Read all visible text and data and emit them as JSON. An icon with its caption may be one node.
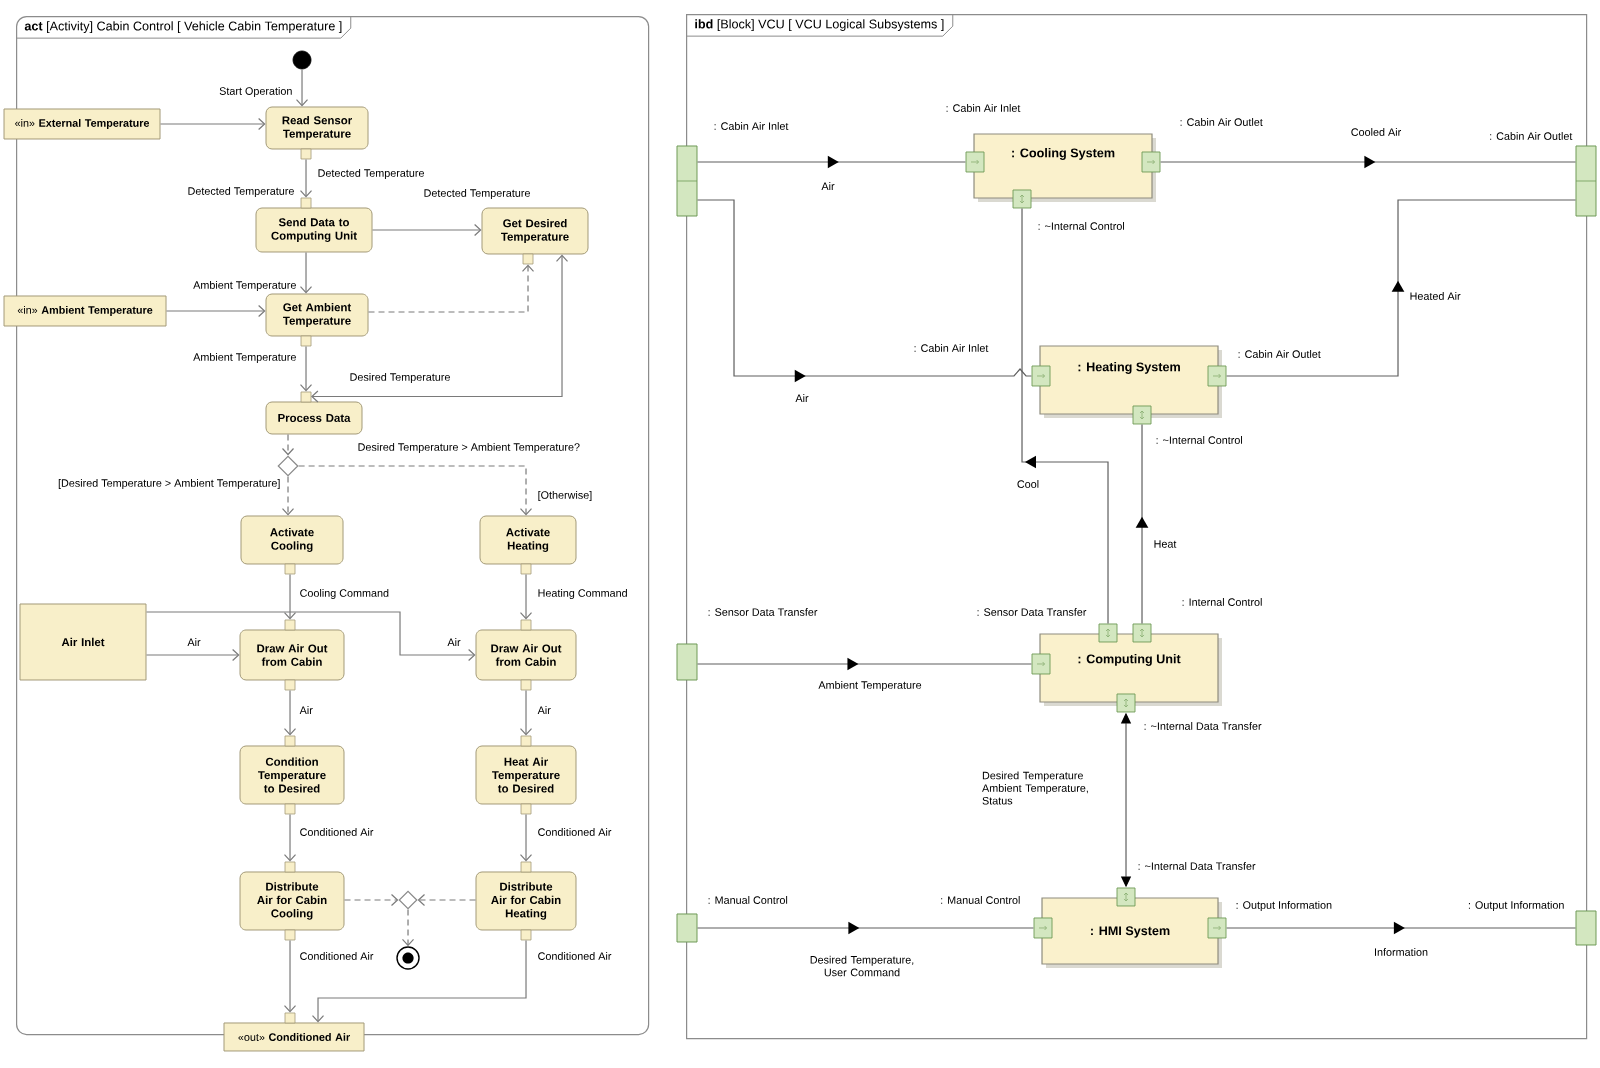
{
  "diagram": {
    "nodes": [
      {
        "text": [
          "**act** [Activity] Cabin Control [ Vehicle Cabin Temperature ]"
        ]
      },
      {
        "text": [],
        "shape": "circle",
        "in": 0
      },
      {
        "text": [
          "«in» **External Temperature**"
        ]
      },
      {
        "text": [
          "Read Sensor Temperature"
        ],
        "in": 0
      },
      {
        "text": [
          "Send Data to Computing Unit"
        ],
        "in": 0,
        "beside": [
          "Detected Temperature"
        ]
      },
      {
        "text": [
          "Get Desired Temperature"
        ],
        "in": 0
      },
      {
        "text": [
          "«in» **Ambient Temperature**"
        ]
      },
      {
        "text": [
          "Get Ambient Temperature"
        ],
        "in": 0
      },
      {
        "text": [
          "Process Data"
        ],
        "in": 0
      },
      {
        "text": [],
        "shape": "diamond",
        "in": 0
      },
      {
        "text": [
          "Activate Cooling"
        ],
        "in": 0
      },
      {
        "text": [
          "Activate Heating"
        ],
        "in": 0
      },
      {
        "text": [
          "Air Inlet"
        ],
        "in": 0
      },
      {
        "text": [
          "Draw Air Out from Cabin"
        ],
        "in": 0
      },
      {
        "text": [
          "Draw Air Out from Cabin"
        ],
        "in": 0
      },
      {
        "text": [
          "Condition Temperature to Desired"
        ],
        "in": 0
      },
      {
        "text": [
          "Heat Air Temperature to Desired"
        ],
        "in": 0
      },
      {
        "text": [
          "Distribute Air for Cabin Cooling"
        ],
        "in": 0
      },
      {
        "text": [
          "Distribute Air for Cabin Heating"
        ],
        "in": 0
      },
      {
        "text": [],
        "shape": "diamond",
        "in": 0
      },
      {
        "text": [],
        "shape": "circle",
        "in": 0
      },
      {
        "text": [
          "«out» **Conditioned Air**"
        ]
      },
      {
        "text": [
          "**ibd** [Block] VCU [ VCU Logical Subsystems ]"
        ]
      },
      {
        "text": [
          ": Cooling System"
        ],
        "in": 22,
        "beside": [
          ": Cabin Air Inlet",
          ": Cabin Air Outlet",
          ": ~Internal Control"
        ]
      },
      {
        "text": [
          ": Heating System"
        ],
        "in": 22,
        "beside": [
          ": Cabin Air Outlet",
          ": ~Internal Control"
        ]
      },
      {
        "text": [
          ": Computing Unit"
        ],
        "in": 22,
        "beside": [
          ": Sensor Data Transfer",
          ": Internal Control",
          ": ~Internal Data Transfer"
        ]
      },
      {
        "text": [
          ": HMI System"
        ],
        "in": 22,
        "beside": [
          ": Manual Control",
          ": ~Internal Data Transfer",
          ": Output Information"
        ]
      },
      {
        "text": [],
        "shape": "box",
        "beside": [
          ": Cabin Air Inlet"
        ]
      },
      {
        "text": [],
        "shape": "box",
        "beside": [
          ": Cabin Air Outlet"
        ]
      },
      {
        "text": [],
        "shape": "box",
        "beside": [
          ": Sensor Data Transfer"
        ]
      },
      {
        "text": [],
        "shape": "box",
        "beside": [
          ": Manual Control"
        ]
      },
      {
        "text": [],
        "shape": "box",
        "beside": [
          ": Output Information"
        ]
      }
    ],
    "edges": [
      {
        "from": 1,
        "to": 3,
        "arrow": "to",
        "label": "Start Operation"
      },
      {
        "from": 2,
        "to": 3,
        "arrow": "to"
      },
      {
        "from": 3,
        "to": 4,
        "arrow": "to",
        "label": "Detected Temperature"
      },
      {
        "from": 4,
        "to": 5,
        "arrow": "to",
        "label": "Detected Temperature"
      },
      {
        "from": 4,
        "to": 7,
        "arrow": "to",
        "label": "Ambient Temperature"
      },
      {
        "from": 6,
        "to": 7,
        "arrow": "to"
      },
      {
        "from": 7,
        "to": 5,
        "arrow": "to",
        "style": "dashed"
      },
      {
        "from": 7,
        "to": 8,
        "arrow": "to",
        "label": "Ambient Temperature"
      },
      {
        "from": 5,
        "to": 8,
        "arrow": "both",
        "label": "Desired Temperature"
      },
      {
        "from": 8,
        "to": 9,
        "arrow": "to",
        "style": "dashed"
      },
      {
        "from": 9,
        "to": 10,
        "arrow": "to",
        "style": "dashed",
        "label": "[Desired Temperature > Ambient Temperature]"
      },
      {
        "from": 9,
        "to": 11,
        "arrow": "to",
        "style": "dashed",
        "label": "[Otherwise]"
      },
      {
        "from": 10,
        "to": 13,
        "arrow": "to",
        "label": "Cooling Command"
      },
      {
        "from": 11,
        "to": 14,
        "arrow": "to",
        "label": "Heating Command"
      },
      {
        "from": 12,
        "to": 13,
        "arrow": "to",
        "label": "Air"
      },
      {
        "from": 12,
        "to": 14,
        "arrow": "to",
        "label": "Air"
      },
      {
        "from": 13,
        "to": 15,
        "arrow": "to",
        "label": "Air"
      },
      {
        "from": 14,
        "to": 16,
        "arrow": "to",
        "label": "Air"
      },
      {
        "from": 15,
        "to": 17,
        "arrow": "to",
        "label": "Conditioned Air"
      },
      {
        "from": 16,
        "to": 18,
        "arrow": "to",
        "label": "Conditioned Air"
      },
      {
        "from": 17,
        "to": 19,
        "arrow": "to",
        "style": "dashed"
      },
      {
        "from": 18,
        "to": 19,
        "arrow": "to",
        "style": "dashed"
      },
      {
        "from": 19,
        "to": 20,
        "arrow": "to",
        "style": "dashed"
      },
      {
        "from": 17,
        "to": 21,
        "arrow": "to",
        "label": "Conditioned Air"
      },
      {
        "from": 18,
        "to": 21,
        "arrow": "to",
        "label": "Conditioned Air"
      },
      {
        "from": 27,
        "to": 23,
        "arrow": "to",
        "label": "Air"
      },
      {
        "from": 23,
        "to": 28,
        "arrow": "to",
        "label": "Cooled Air"
      },
      {
        "from": 27,
        "to": 24,
        "arrow": "to",
        "label": "Air"
      },
      {
        "from": 24,
        "to": 28,
        "arrow": "to",
        "label": "Heated Air"
      },
      {
        "from": 25,
        "to": 23,
        "arrow": "to",
        "label": "Cool"
      },
      {
        "from": 25,
        "to": 24,
        "arrow": "to",
        "label": "Heat"
      },
      {
        "from": 29,
        "to": 25,
        "arrow": "to",
        "label": "Ambient Temperature"
      },
      {
        "from": 25,
        "to": 26,
        "arrow": "both",
        "label": "Desired Temperature Ambient Temperature, Status"
      },
      {
        "from": 30,
        "to": 26,
        "arrow": "to",
        "label": "Desired Temperature, User Command"
      },
      {
        "from": 26,
        "to": 31,
        "arrow": "to",
        "label": "Information"
      }
    ],
    "labels": [
      "Desired Temperature > Ambient Temperature?",
      ": Cabin Air Inlet"
    ]
  }
}
